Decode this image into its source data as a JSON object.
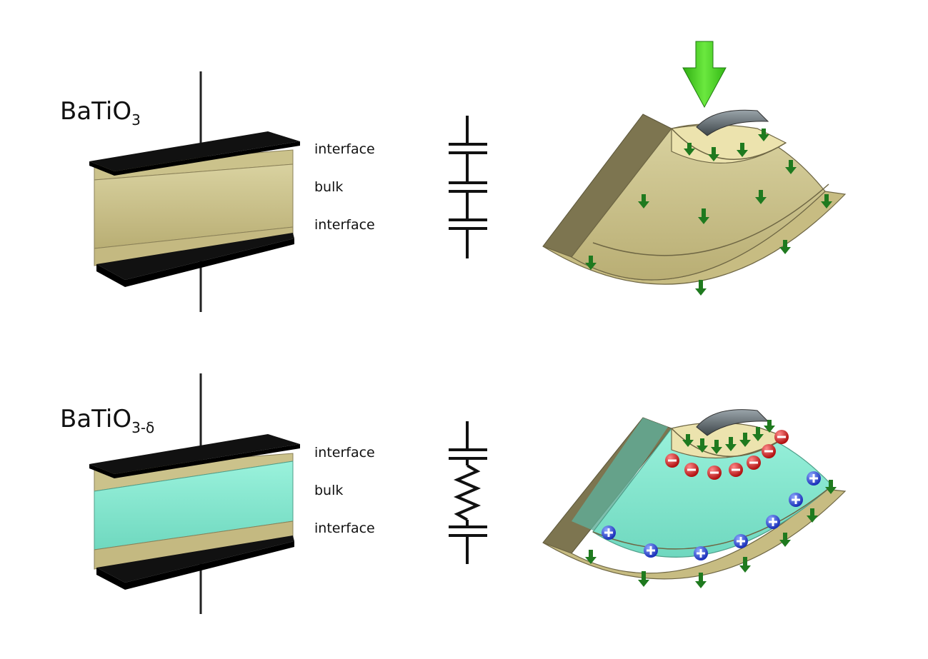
{
  "panels": [
    {
      "formula_main": "BaTiO",
      "formula_sub": "3",
      "layer_labels": [
        "interface",
        "bulk",
        "interface"
      ],
      "circuit": [
        "capacitor",
        "capacitor",
        "capacitor"
      ],
      "bulk_color": "#d6d09a",
      "oxygen_vacancies": false
    },
    {
      "formula_main": "BaTiO",
      "formula_sub": "3-δ",
      "layer_labels": [
        "interface",
        "bulk",
        "interface"
      ],
      "circuit": [
        "capacitor",
        "resistor",
        "capacitor"
      ],
      "bulk_color": "#86ecd2",
      "oxygen_vacancies": true
    }
  ],
  "colors": {
    "interface": "#c9bf85",
    "electrode": "#111111",
    "field_arrow": "#1f7a1f",
    "pressure_arrow": "#3fd11f",
    "negative_charge": "#c62020",
    "positive_charge": "#1f3fd0",
    "indenter": "#6f7a80"
  }
}
